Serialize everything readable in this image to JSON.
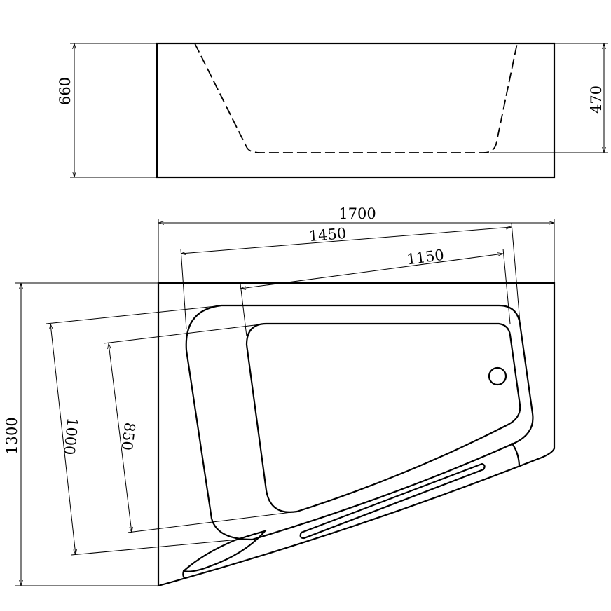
{
  "side_view": {
    "height_total": "660",
    "height_inner": "470"
  },
  "plan_view": {
    "overall_length": "1700",
    "rim_length": "1450",
    "basin_length": "1150",
    "overall_width": "1300",
    "rim_width": "1000",
    "basin_width": "850"
  }
}
